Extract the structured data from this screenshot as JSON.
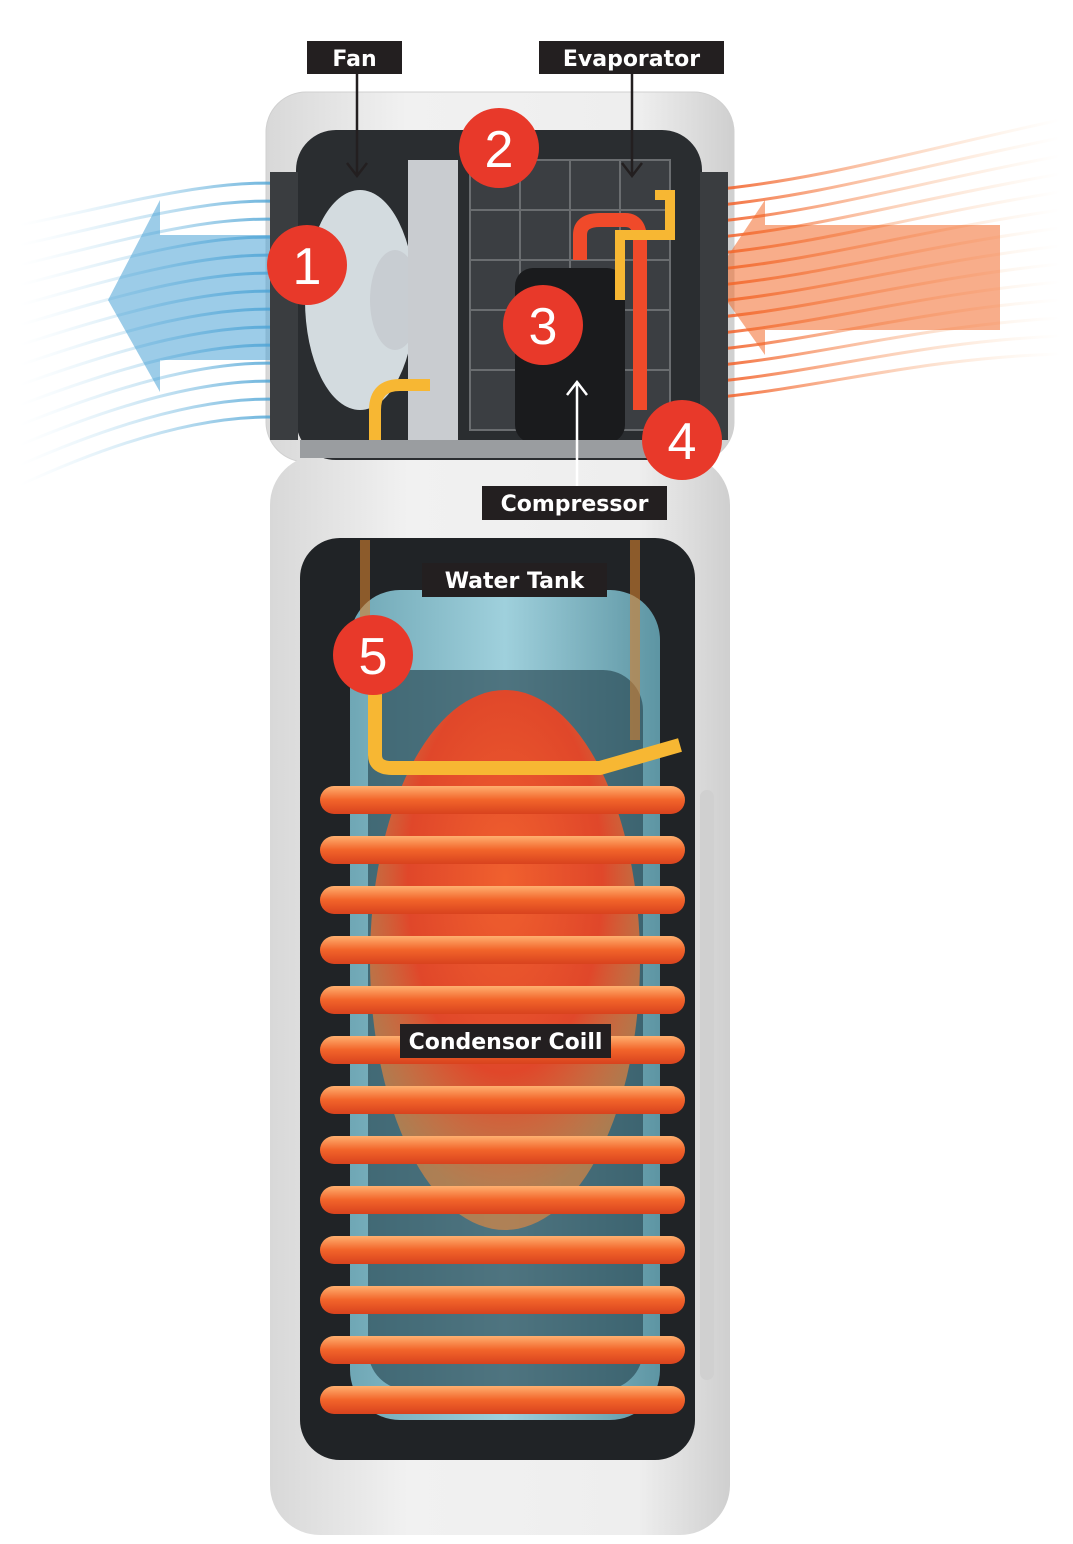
{
  "labels": {
    "fan": "Fan",
    "evaporator": "Evaporator",
    "compressor": "Compressor",
    "water_tank": "Water Tank",
    "condensor_coil": "Condensor Coill"
  },
  "badges": [
    "1",
    "2",
    "3",
    "4",
    "5"
  ],
  "colors": {
    "badge": "#e8392a",
    "label_bg": "#231f20",
    "coil": "#f26a2a",
    "pipe_yellow": "#f7b733",
    "cold_air": "#5ab0dc",
    "warm_air": "#f58a3a",
    "housing": "#e9e9e9"
  }
}
